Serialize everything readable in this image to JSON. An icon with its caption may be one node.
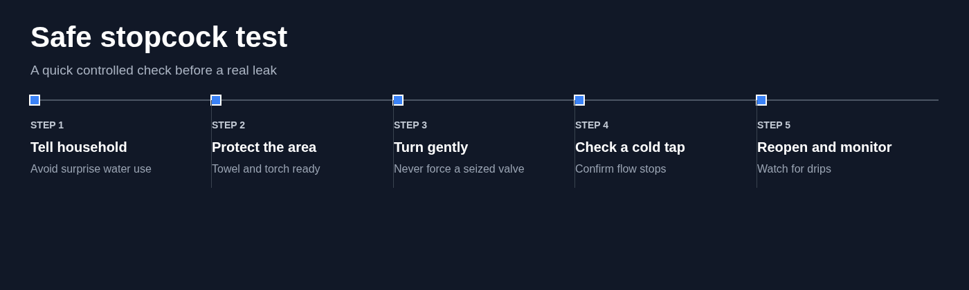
{
  "diagram": {
    "title": "Safe stopcock test",
    "nodes": [
      {
        "text": [],
        "shape": "box"
      },
      {
        "text": [],
        "shape": "box"
      },
      {
        "text": [],
        "shape": "box"
      },
      {
        "text": [],
        "shape": "box"
      },
      {
        "text": [],
        "shape": "box"
      },
      {
        "text": [
          "STEP 1",
          "Tell household",
          "Avoid surprise water use"
        ]
      },
      {
        "text": [
          "STEP 2",
          "Protect the area",
          "Towel and torch ready"
        ]
      },
      {
        "text": [
          "STEP 3",
          "Turn gently",
          "Never force a seized valve"
        ]
      },
      {
        "text": [
          "STEP 4",
          "Check a cold tap",
          "Confirm flow stops"
        ]
      },
      {
        "text": [
          "STEP 5",
          "Reopen and monitor",
          "Watch for drips"
        ]
      }
    ],
    "edges": [
      {
        "from": 0,
        "to": 1,
        "arrow": "none"
      },
      {
        "from": 1,
        "to": 2,
        "arrow": "none"
      },
      {
        "from": 2,
        "to": 3,
        "arrow": "none"
      },
      {
        "from": 3,
        "to": 4,
        "arrow": "none"
      },
      {
        "from": 4,
        "to": null,
        "arrow": "none"
      }
    ],
    "labels": [
      "A quick controlled check before a real leak"
    ]
  }
}
